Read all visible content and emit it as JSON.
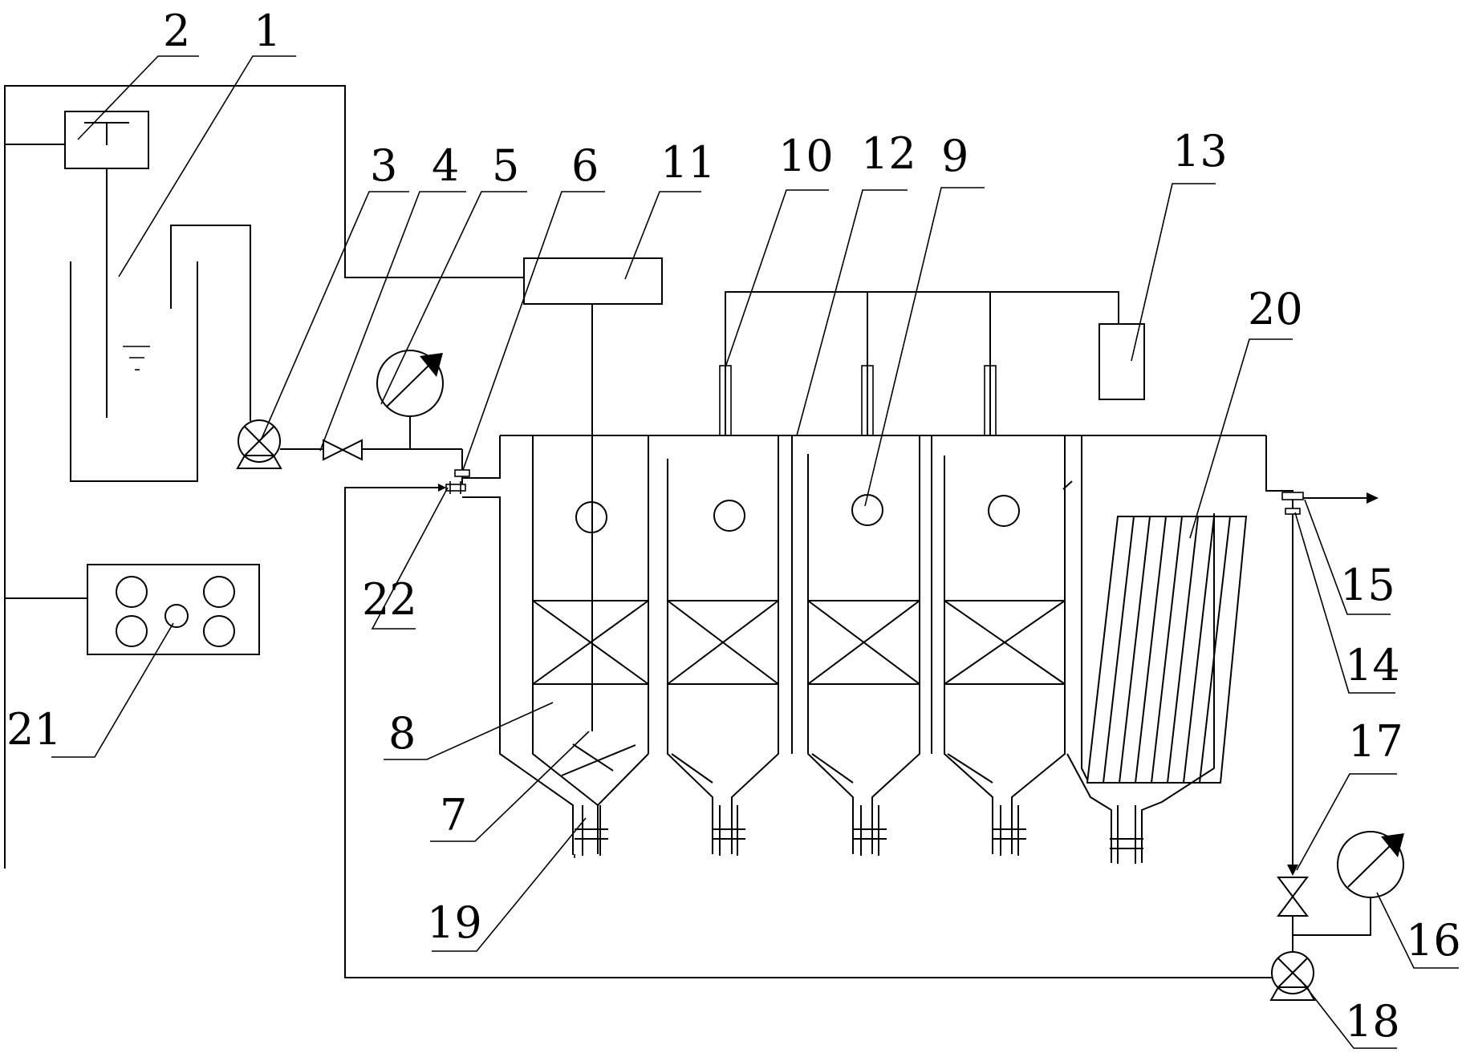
{
  "labels": {
    "n1": "1",
    "n2": "2",
    "n3": "3",
    "n4": "4",
    "n5": "5",
    "n6": "6",
    "n7": "7",
    "n8": "8",
    "n9": "9",
    "n10": "10",
    "n11": "11",
    "n12": "12",
    "n13": "13",
    "n14": "14",
    "n15": "15",
    "n16": "16",
    "n17": "17",
    "n18": "18",
    "n19": "19",
    "n20": "20",
    "n21": "21",
    "n22": "22"
  },
  "colors": {
    "line": "#000000",
    "background": "#ffffff"
  }
}
